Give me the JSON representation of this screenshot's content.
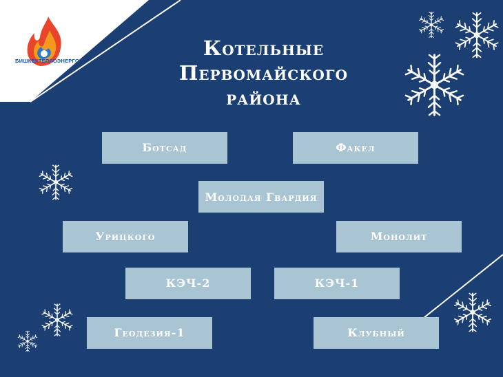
{
  "logo": {
    "caption": "БИШКЕКТЕПЛОЭНЕРГО",
    "icon": "flame-logo-icon"
  },
  "title": {
    "line1": "Котельные",
    "line2": "Первомайского",
    "line3": "района"
  },
  "boilers": [
    {
      "label": "Ботсад"
    },
    {
      "label": "Факел"
    },
    {
      "label": "Молодая Гвардия"
    },
    {
      "label": "Урицкого"
    },
    {
      "label": "Монолит"
    },
    {
      "label": "КЭЧ-2"
    },
    {
      "label": "КЭЧ-1"
    },
    {
      "label": "Геодезия-1"
    },
    {
      "label": "Клубный"
    }
  ],
  "colors": {
    "background": "#1b3f72",
    "box": "#a9c4d3",
    "text": "#ffffff",
    "corner": "#ffffff"
  },
  "decorations": [
    "snowflake-icon"
  ]
}
